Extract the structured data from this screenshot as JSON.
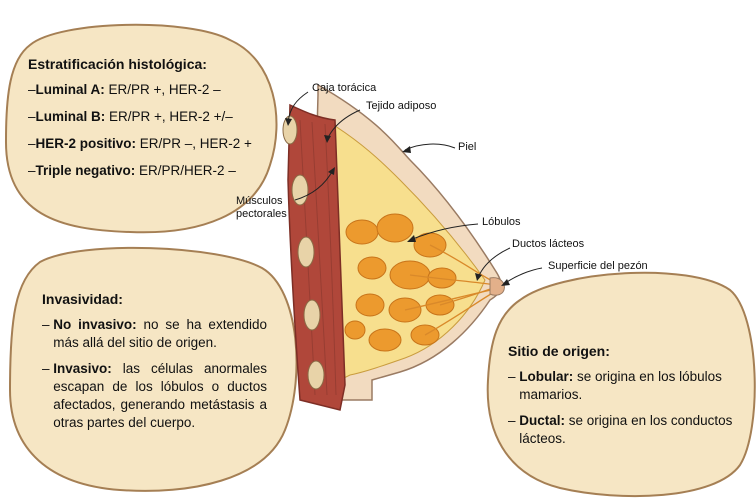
{
  "stratification": {
    "title": "Estratificación histológica:",
    "items": [
      {
        "bold": "Luminal A:",
        "rest": " ER/PR +, HER-2 –"
      },
      {
        "bold": "Luminal B:",
        "rest": " ER/PR +, HER-2 +/–"
      },
      {
        "bold": "HER-2 positivo:",
        "rest": " ER/PR –, HER-2 +"
      },
      {
        "bold": "Triple negativo:",
        "rest": " ER/PR/HER-2 –"
      }
    ]
  },
  "invasiveness": {
    "title": "Invasividad:",
    "items": [
      {
        "bold": "No invasivo:",
        "rest": " no se ha extendido más allá del sitio de origen."
      },
      {
        "bold": "Invasivo:",
        "rest": " las células anormales escapan de los lóbulos o ductos afectados, generando metástasis a otras partes del cuerpo."
      }
    ]
  },
  "origin": {
    "title": "Sitio de origen:",
    "items": [
      {
        "bold": "Lobular:",
        "rest": " se origina en los lóbulos mamarios."
      },
      {
        "bold": "Ductal:",
        "rest": " se origina en los conductos lácteos."
      }
    ]
  },
  "anatomy_labels": {
    "rib_cage": "Caja torácica",
    "adipose": "Tejido adiposo",
    "skin": "Piel",
    "pectoral": "Músculos\npectorales",
    "lobules": "Lóbulos",
    "milk_ducts": "Ductos lácteos",
    "nipple_surface": "Superficie del pezón"
  },
  "colors": {
    "bubble_fill": "#f6e6c4",
    "bubble_stroke": "#a57f54",
    "muscle": "#b0473a",
    "skin": "#f2dbc0",
    "fat": "#f7df8e",
    "lobule": "#ec9a2e"
  }
}
